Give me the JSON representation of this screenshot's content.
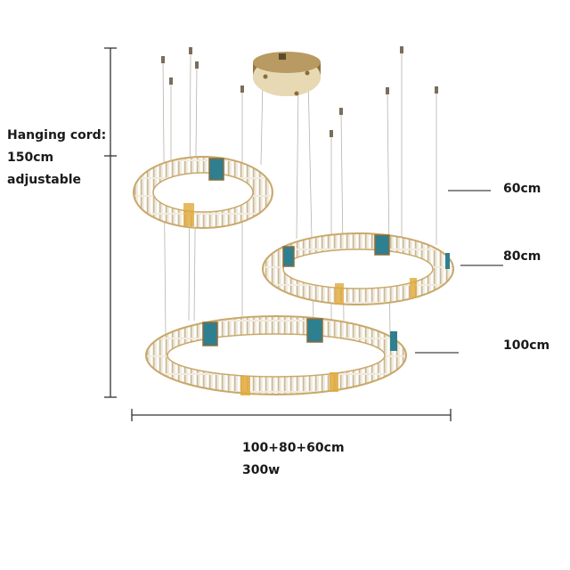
{
  "annotations": {
    "hanging_cord": {
      "line1": "Hanging cord:",
      "line2": "150cm",
      "line3": "adjustable"
    },
    "ring_sizes": [
      {
        "label": "60cm"
      },
      {
        "label": "80cm"
      },
      {
        "label": "100cm"
      }
    ],
    "total": {
      "sizes": "100+80+60cm",
      "power": "300w"
    }
  },
  "colors": {
    "gold": "#c9a869",
    "gold_dark": "#8a6d3b",
    "crystal": "#efe9dc",
    "teal_accent": "#2e7f8f",
    "amber_glow": "#e0a93a",
    "dimension_line": "#333333",
    "text": "#1a1a1a"
  }
}
